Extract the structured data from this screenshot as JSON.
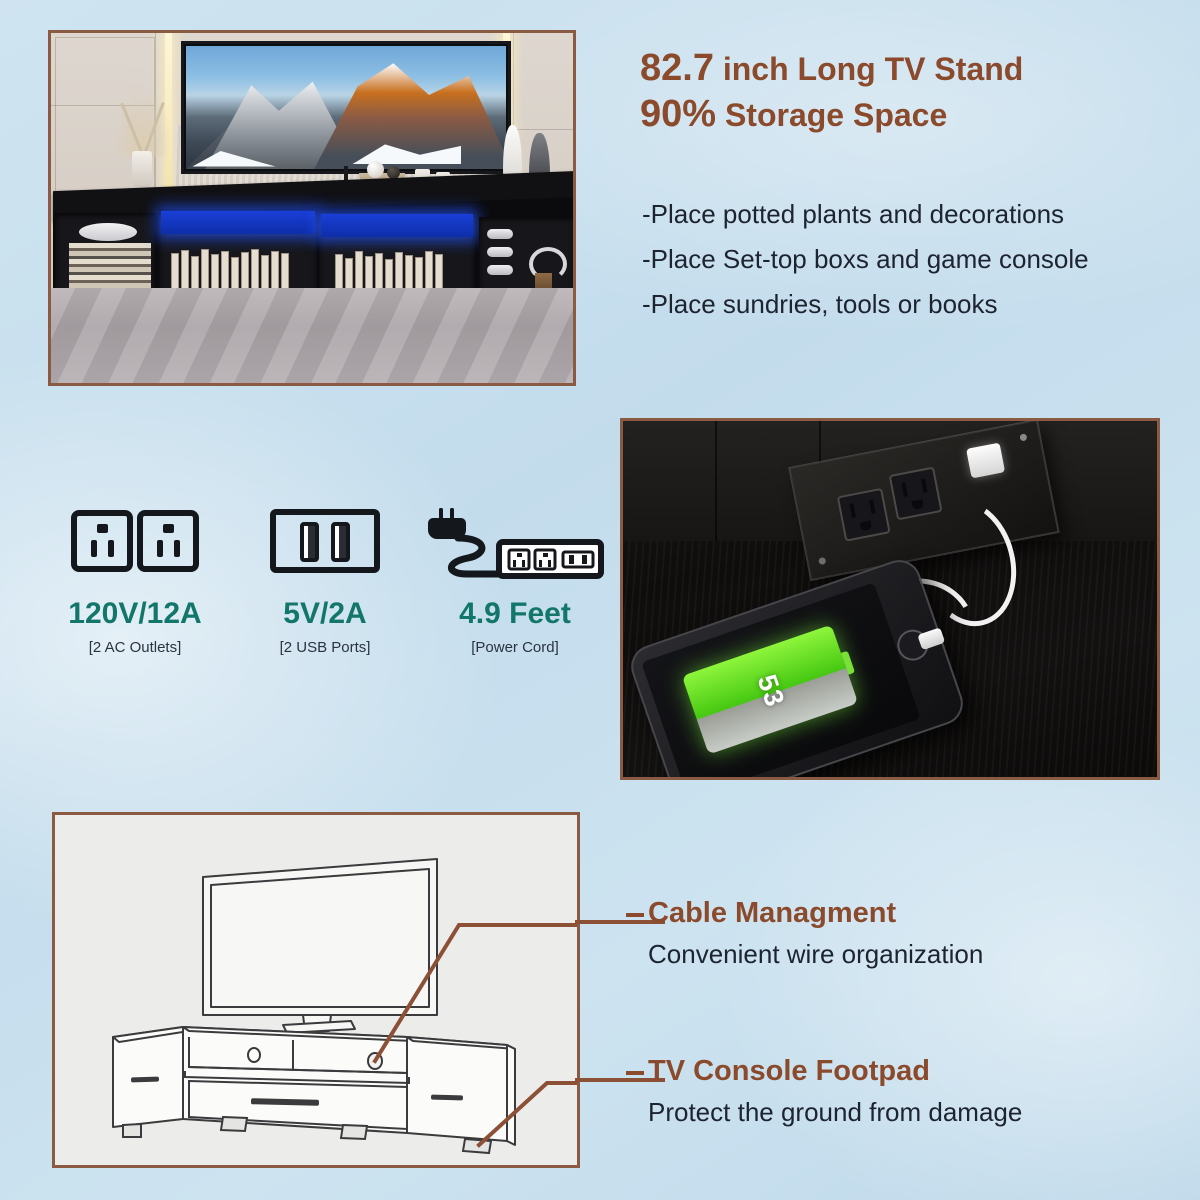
{
  "page": {
    "background_color": "#c4ddec",
    "accent_brown": "#8b4a2b",
    "accent_teal": "#12766a",
    "frame_border": "#8a5a42"
  },
  "headline": {
    "line1_number": "82.7",
    "line1_rest": " inch Long TV Stand",
    "line2_number": "90%",
    "line2_rest": " Storage Space"
  },
  "bullets": [
    "-Place potted plants and decorations",
    "-Place Set-top boxs and game console",
    "-Place sundries, tools or books"
  ],
  "specs": [
    {
      "icon": "ac-outlets-icon",
      "value": "120V/12A",
      "sub": "[2 AC Outlets]"
    },
    {
      "icon": "usb-ports-icon",
      "value": "5V/2A",
      "sub": "[2 USB Ports]"
    },
    {
      "icon": "power-cord-icon",
      "value": "4.9 Feet",
      "sub": "[Power Cord]"
    }
  ],
  "callouts": [
    {
      "title": "Cable Managment",
      "desc": "Convenient wire organization"
    },
    {
      "title": "TV Console Footpad",
      "desc": "Protect the ground from damage"
    }
  ],
  "photos": {
    "room": {
      "name": "tv-stand-in-living-room-photo",
      "tv_content": "snowy mountain landscape",
      "led_color": "#1a3fd8"
    },
    "charging": {
      "name": "phone-charging-from-builtin-outlet-photo",
      "battery_percent": "53",
      "battery_color": "#6ee22a"
    }
  },
  "drawing": {
    "name": "tv-console-line-drawing",
    "background": "#ececea"
  }
}
